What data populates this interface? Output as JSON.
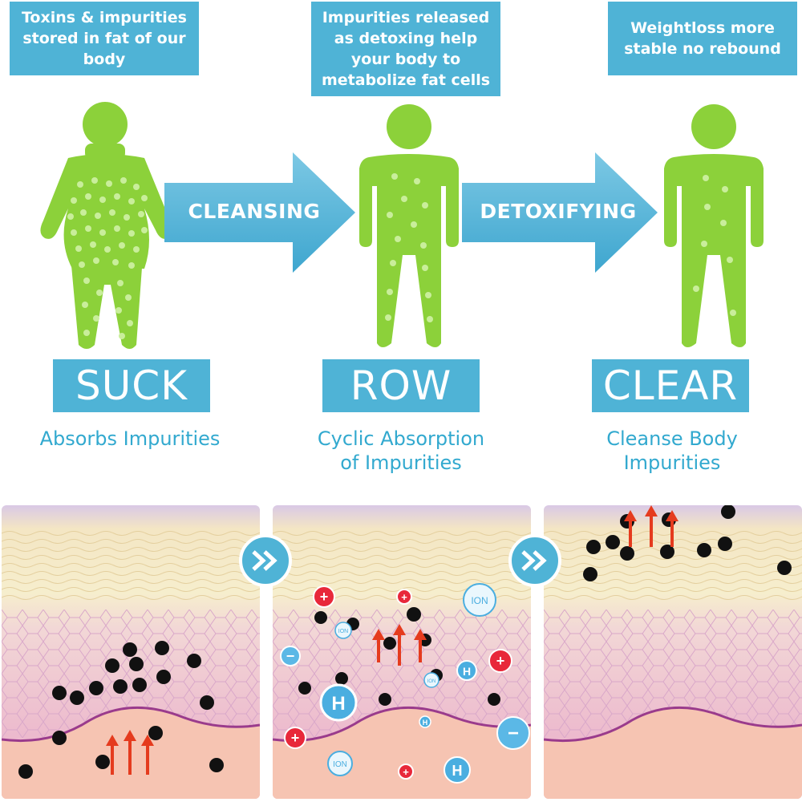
{
  "steps": [
    {
      "description": "Toxins & impurities\nstored in fat of our\nbody",
      "stage": "SUCK",
      "caption": "Absorbs Impurities"
    },
    {
      "description": "Impurities released\nas detoxing help\nyour body to\nmetabolize fat cells",
      "stage": "ROW",
      "caption": "Cyclic Absorption\nof Impurities"
    },
    {
      "description": "Weightloss more\nstable no rebound",
      "stage": "CLEAR",
      "caption": "Cleanse Body\nImpurities"
    }
  ],
  "arrows": [
    "CLEANSING",
    "DETOXIFYING"
  ],
  "ions": {
    "ion": "ION",
    "hydrogen": "H",
    "plus": "+",
    "minus": "−"
  },
  "colors": {
    "accent_blue": "#4fb3d6",
    "caption_blue": "#32a9cf",
    "figure_green": "#8cd13a",
    "toxin": "#111111",
    "up_arrow": "#e53b1e"
  }
}
